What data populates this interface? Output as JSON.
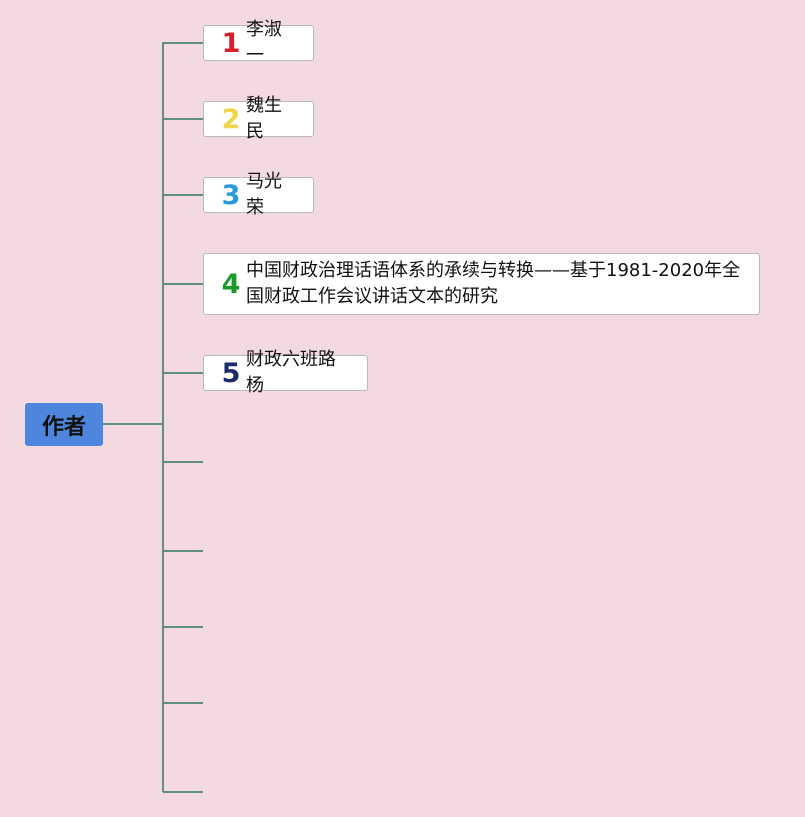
{
  "root": {
    "label": "作者",
    "color": "#4f86dd"
  },
  "topics": [
    {
      "number": "1",
      "label": "李淑一",
      "color": "#d61f2c"
    },
    {
      "number": "2",
      "label": "魏生民",
      "color": "#f2d44a"
    },
    {
      "number": "3",
      "label": "马光荣",
      "color": "#2b9ad8"
    },
    {
      "number": "4",
      "label": "中国财政治理话语体系的承续与转换——基于1981-2020年全国财政工作会议讲话文本的研究",
      "color": "#1a9a2a"
    },
    {
      "number": "5",
      "label": "财政六班路杨",
      "color": "#1b2a6b"
    }
  ],
  "empty_branches": 5,
  "colors": {
    "background": "#f2dae0",
    "connector": "#5e8f7f",
    "topic_border": "#b9b9b9"
  }
}
